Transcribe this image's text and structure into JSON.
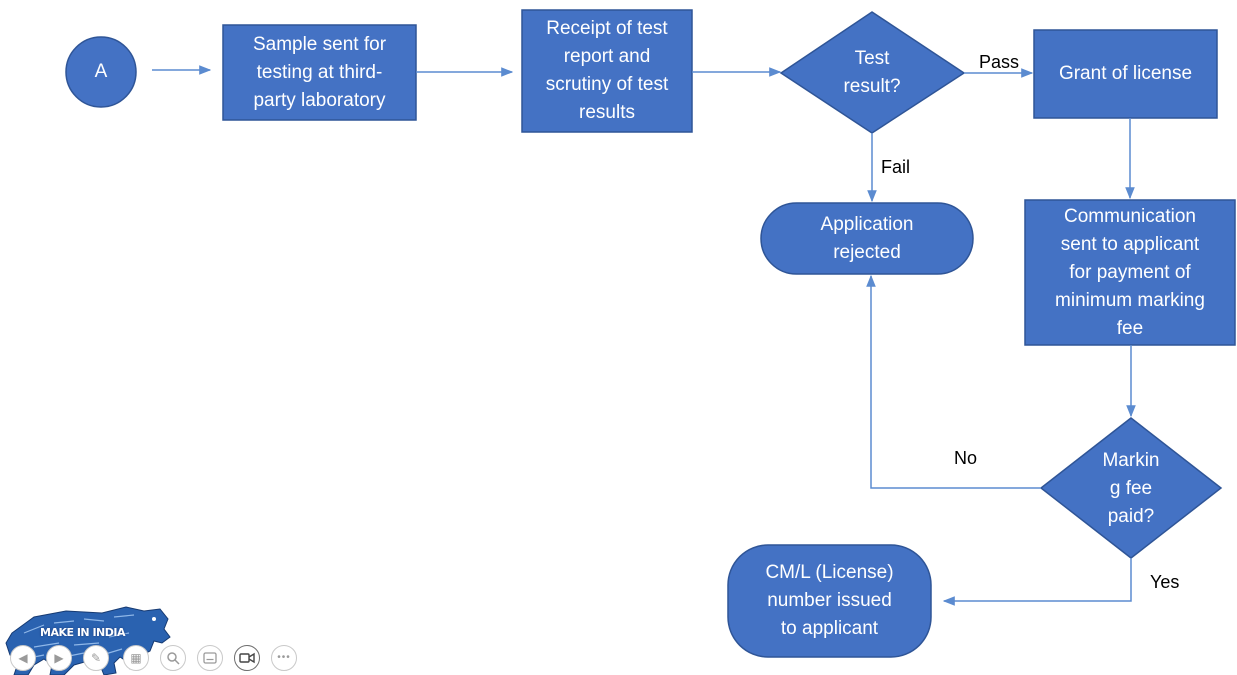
{
  "nodes": {
    "start": "A",
    "sample": "Sample sent for\ntesting at third-\nparty laboratory",
    "receipt": "Receipt of test\nreport and\nscrutiny of test\nresults",
    "test_decision": "Test\nresult?",
    "grant": "Grant of license",
    "rejected": "Application\nrejected",
    "communication": "Communication\nsent to applicant\nfor payment of\nminimum marking\nfee",
    "fee_decision": "Markin\ng fee\npaid?",
    "issued": "CM/L (License)\nnumber issued\nto applicant"
  },
  "edge_labels": {
    "pass": "Pass",
    "fail": "Fail",
    "no": "No",
    "yes": "Yes"
  },
  "logo": {
    "text": "MAKE IN INDIA"
  },
  "player_controls": [
    {
      "icon": "previous-icon"
    },
    {
      "icon": "next-icon"
    },
    {
      "icon": "pen-icon"
    },
    {
      "icon": "slides-icon"
    },
    {
      "icon": "zoom-icon"
    },
    {
      "icon": "subtitles-icon"
    },
    {
      "icon": "camera-icon"
    },
    {
      "icon": "more-icon"
    }
  ],
  "colors": {
    "shape_fill": "#4472c4",
    "shape_border": "#2f5597",
    "arrow": "#5b8bd0",
    "label_text": "#000000",
    "node_text": "#ffffff"
  }
}
